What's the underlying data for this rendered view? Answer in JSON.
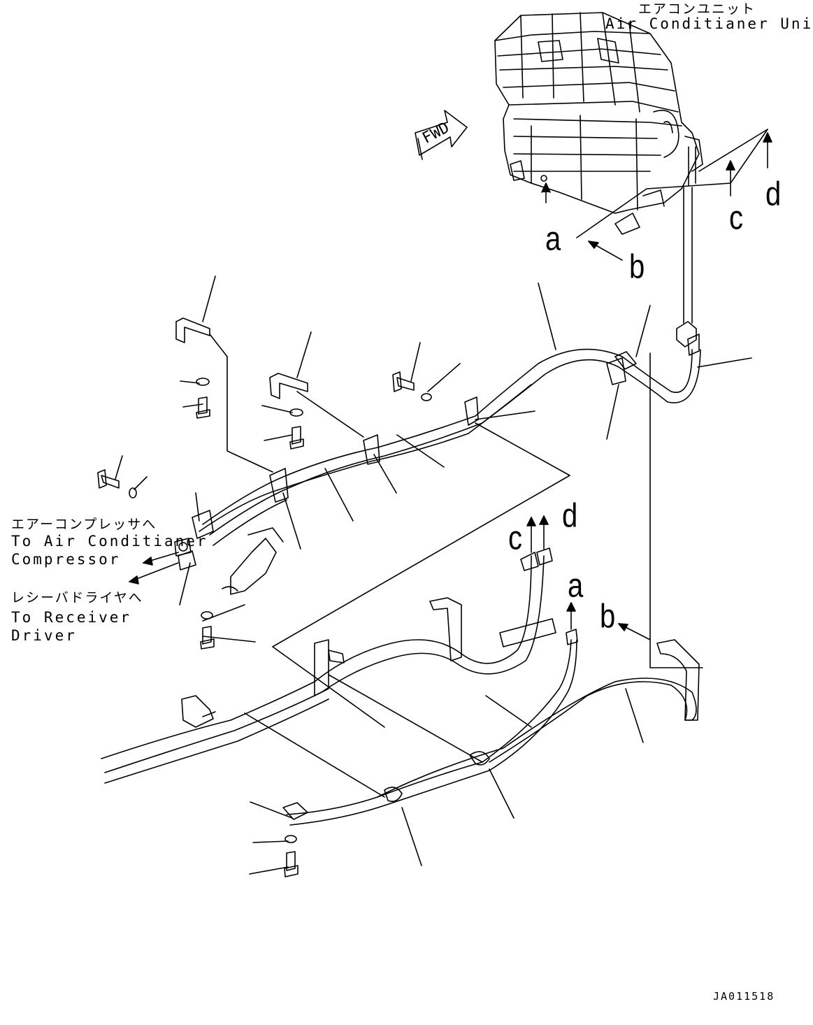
{
  "labels": {
    "ac_unit_jp": "エアコンユニット",
    "ac_unit_en": "Air Conditianer Unit",
    "compressor_jp": "エアーコンプレッサへ",
    "compressor_en_1": "To Air Conditianer",
    "compressor_en_2": "Compressor",
    "receiver_jp": "レシーバドライヤへ",
    "receiver_en_1": "To Receiver",
    "receiver_en_2": "Driver",
    "fwd": "FWD",
    "drawing_code": "JA011518"
  },
  "refs": {
    "a": "a",
    "b": "b",
    "c": "c",
    "d": "d"
  }
}
